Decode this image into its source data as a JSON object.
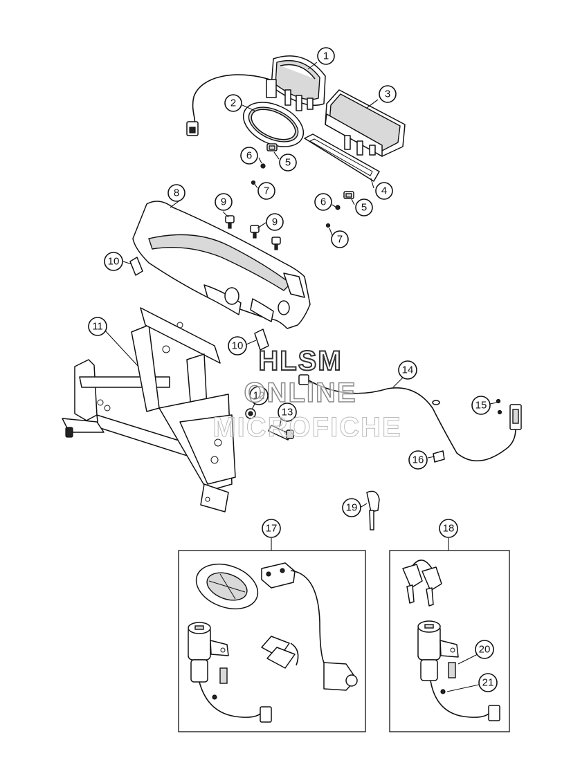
{
  "callouts": {
    "c1": "1",
    "c2": "2",
    "c3": "3",
    "c4": "4",
    "c5a": "5",
    "c5b": "5",
    "c6a": "6",
    "c6b": "6",
    "c7a": "7",
    "c7b": "7",
    "c8": "8",
    "c9a": "9",
    "c9b": "9",
    "c10a": "10",
    "c10b": "10",
    "c11": "11",
    "c12": "12",
    "c13": "13",
    "c14": "14",
    "c15": "15",
    "c16": "16",
    "c17": "17",
    "c18": "18",
    "c19": "19",
    "c20": "20",
    "c21": "21"
  },
  "watermark": {
    "line1": "HLSM",
    "line2": "ONLINE",
    "line3": "MICROFICHE"
  }
}
